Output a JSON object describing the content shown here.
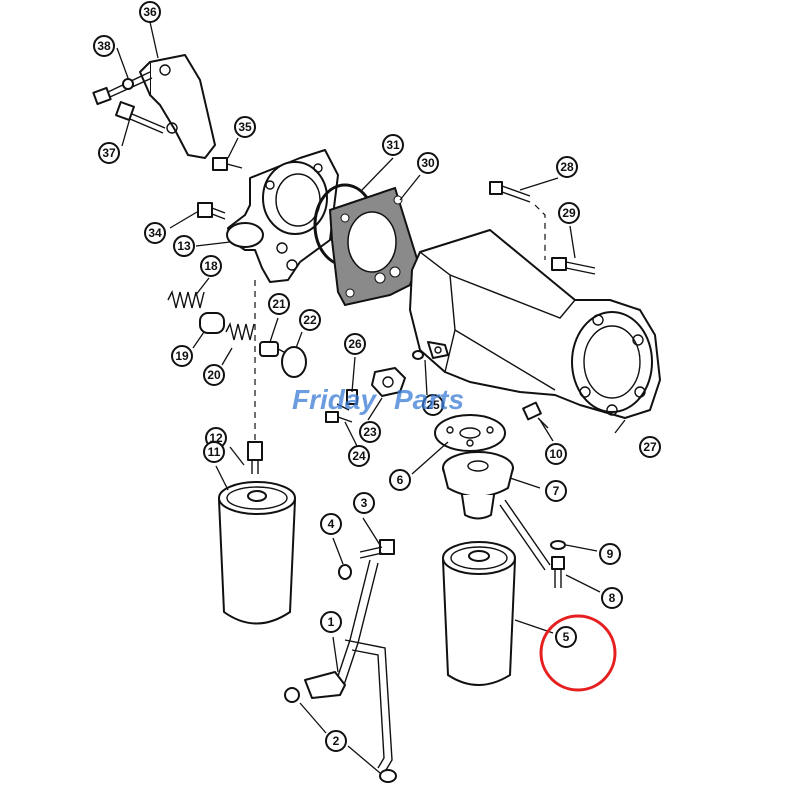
{
  "watermark": {
    "brand": "Friday",
    "suffix": "Parts",
    "color_primary": "#3a7bd5",
    "color_accent": "#f2b01e"
  },
  "highlight": {
    "target": "5",
    "color": "#e62020"
  },
  "callouts": [
    {
      "id": "c1",
      "label": "1"
    },
    {
      "id": "c2",
      "label": "2"
    },
    {
      "id": "c3",
      "label": "3"
    },
    {
      "id": "c4",
      "label": "4"
    },
    {
      "id": "c5",
      "label": "5"
    },
    {
      "id": "c6",
      "label": "6"
    },
    {
      "id": "c7",
      "label": "7"
    },
    {
      "id": "c8",
      "label": "8"
    },
    {
      "id": "c9",
      "label": "9"
    },
    {
      "id": "c10",
      "label": "10"
    },
    {
      "id": "c11",
      "label": "11"
    },
    {
      "id": "c12",
      "label": "12"
    },
    {
      "id": "c13",
      "label": "13"
    },
    {
      "id": "c18",
      "label": "18"
    },
    {
      "id": "c19",
      "label": "19"
    },
    {
      "id": "c20",
      "label": "20"
    },
    {
      "id": "c21",
      "label": "21"
    },
    {
      "id": "c22",
      "label": "22"
    },
    {
      "id": "c23",
      "label": "23"
    },
    {
      "id": "c24",
      "label": "24"
    },
    {
      "id": "c25",
      "label": "25"
    },
    {
      "id": "c26",
      "label": "26"
    },
    {
      "id": "c27",
      "label": "27"
    },
    {
      "id": "c28",
      "label": "28"
    },
    {
      "id": "c29",
      "label": "29"
    },
    {
      "id": "c30",
      "label": "30"
    },
    {
      "id": "c31",
      "label": "31"
    },
    {
      "id": "c34",
      "label": "34"
    },
    {
      "id": "c35",
      "label": "35"
    },
    {
      "id": "c36",
      "label": "36"
    },
    {
      "id": "c37",
      "label": "37"
    },
    {
      "id": "c38",
      "label": "38"
    }
  ]
}
